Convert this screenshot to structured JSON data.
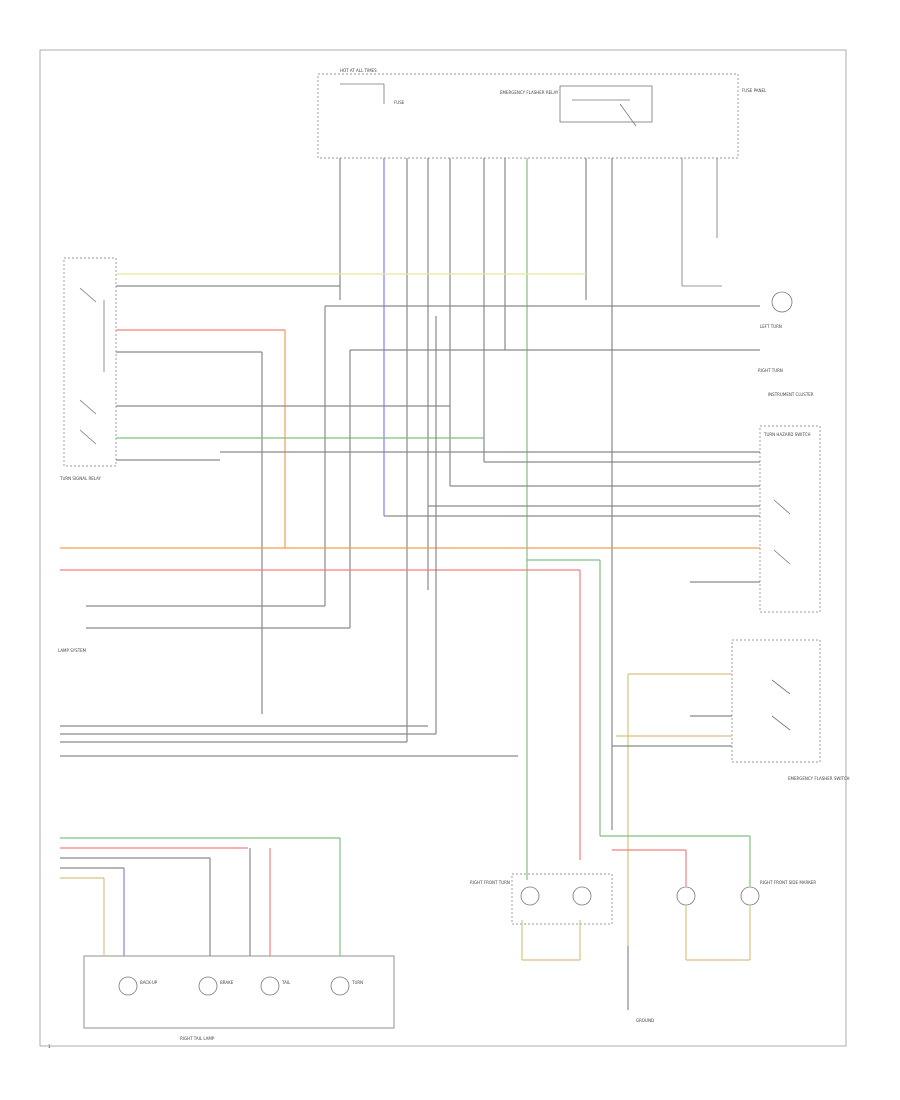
{
  "diagram": {
    "colors": {
      "gray": "#8a8a8a",
      "dark": "#555555",
      "yellow": "#e6e6a0",
      "red": "#f08080",
      "orange": "#f0a050",
      "green": "#80c080",
      "blue": "#8080f0",
      "tan": "#d8c080"
    },
    "labels": {
      "hot_at_all_times": "HOT AT ALL TIMES",
      "fuse": "FUSE",
      "emergency_flasher_relay": "EMERGENCY FLASHER RELAY",
      "turn_signal_relay": "TURN SIGNAL RELAY",
      "fuse_panel": "FUSE PANEL",
      "left_turn": "LEFT TURN",
      "right_turn": "RIGHT TURN",
      "instrument_cluster": "INSTRUMENT CLUSTER",
      "turn_hazard_switch": "TURN HAZARD SWITCH",
      "emergency_flasher_switch": "EMERGENCY FLASHER SWITCH",
      "lamp_system": "LAMP SYSTEM",
      "right_tail_lamp": "RIGHT TAIL LAMP",
      "right_front_turn": "RIGHT FRONT TURN",
      "right_front_side_marker": "RIGHT FRONT SIDE MARKER",
      "backup": "BACK-UP",
      "brake": "BRAKE",
      "tail": "TAIL",
      "turn": "TURN",
      "ground": "GROUND",
      "page_number": "1"
    }
  }
}
